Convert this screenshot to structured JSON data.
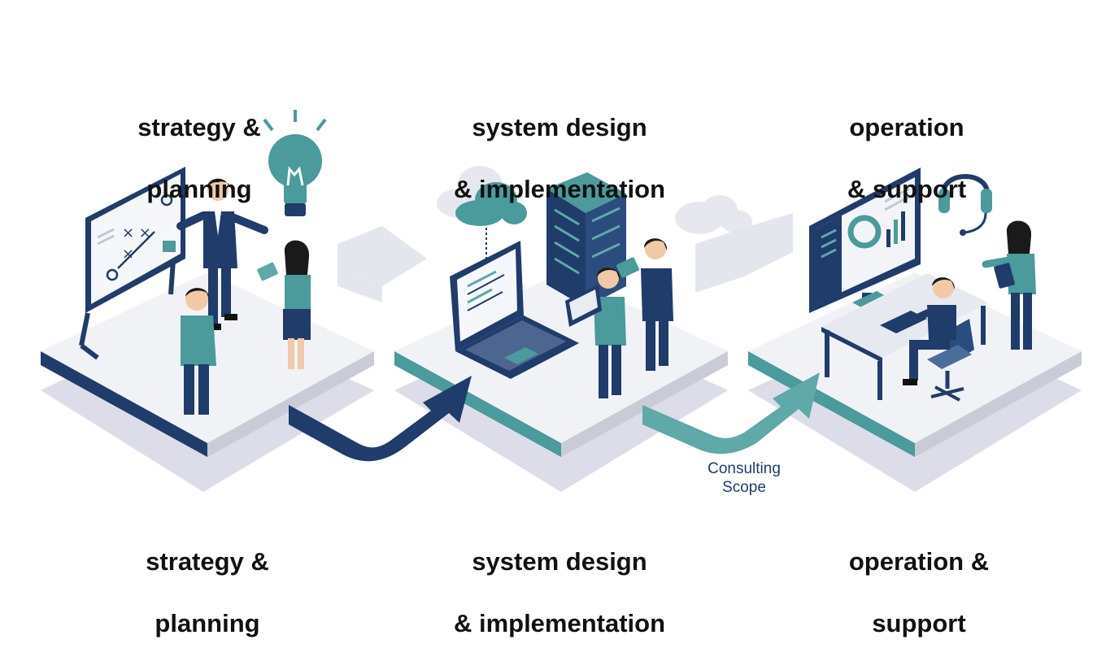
{
  "stages": [
    {
      "top_title": [
        "strategy &",
        "planning"
      ],
      "bottom_title": [
        "strategy &",
        "planning"
      ],
      "icons": [
        "whiteboard-icon",
        "lightbulb-icon",
        "presenter-person-icon",
        "tablet-person-icon",
        "listener-person-icon"
      ]
    },
    {
      "top_title": [
        "system design",
        "& implementation"
      ],
      "bottom_title": [
        "system design",
        "& implementation"
      ],
      "icons": [
        "cloud-icon",
        "server-rack-icon",
        "laptop-icon",
        "developer-person-icon"
      ]
    },
    {
      "top_title": [
        "operation",
        "& support"
      ],
      "bottom_title": [
        "operation &",
        "support"
      ],
      "icons": [
        "headset-icon",
        "monitor-dashboard-icon",
        "desk-icon",
        "office-chair-icon",
        "support-person-icon"
      ]
    }
  ],
  "scope_label": [
    "Consulting",
    "Scope"
  ],
  "colors": {
    "navy": "#1f3c6b",
    "teal": "#4b9a9c",
    "teal_light": "#5fa9a8",
    "platform_top": "#f1f2f5",
    "shadow": "#d9dbe6",
    "ghost_arrow": "#e4e6ee"
  }
}
